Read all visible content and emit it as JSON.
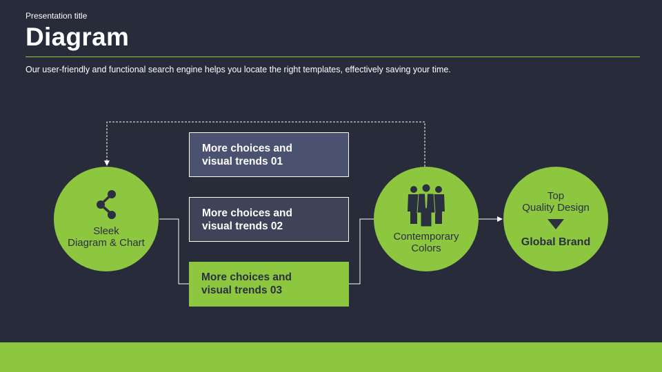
{
  "header": {
    "small_title": "Presentation title",
    "title": "Diagram",
    "subtitle": "Our user-friendly and functional search engine helps you locate the right templates, effectively saving your time."
  },
  "circles": {
    "left": {
      "line1": "Sleek",
      "line2": "Diagram & Chart",
      "icon": "share-icon"
    },
    "middle": {
      "line1": "Contemporary",
      "line2": "Colors",
      "icon": "people-group-icon"
    },
    "right": {
      "line1": "Top",
      "line2": "Quality Design",
      "brand": "Global Brand",
      "icon": "triangle-down-icon"
    }
  },
  "boxes": [
    {
      "line1": "More choices and",
      "line2": "visual trends 01"
    },
    {
      "line1": "More choices and",
      "line2": "visual trends 02"
    },
    {
      "line1": "More choices and",
      "line2": "visual trends 03"
    }
  ],
  "colors": {
    "background": "#272b3a",
    "accent": "#8dc63f",
    "box_dark": "#4b5270",
    "box_darker": "#3e4357",
    "text_dark": "#2b3040"
  }
}
